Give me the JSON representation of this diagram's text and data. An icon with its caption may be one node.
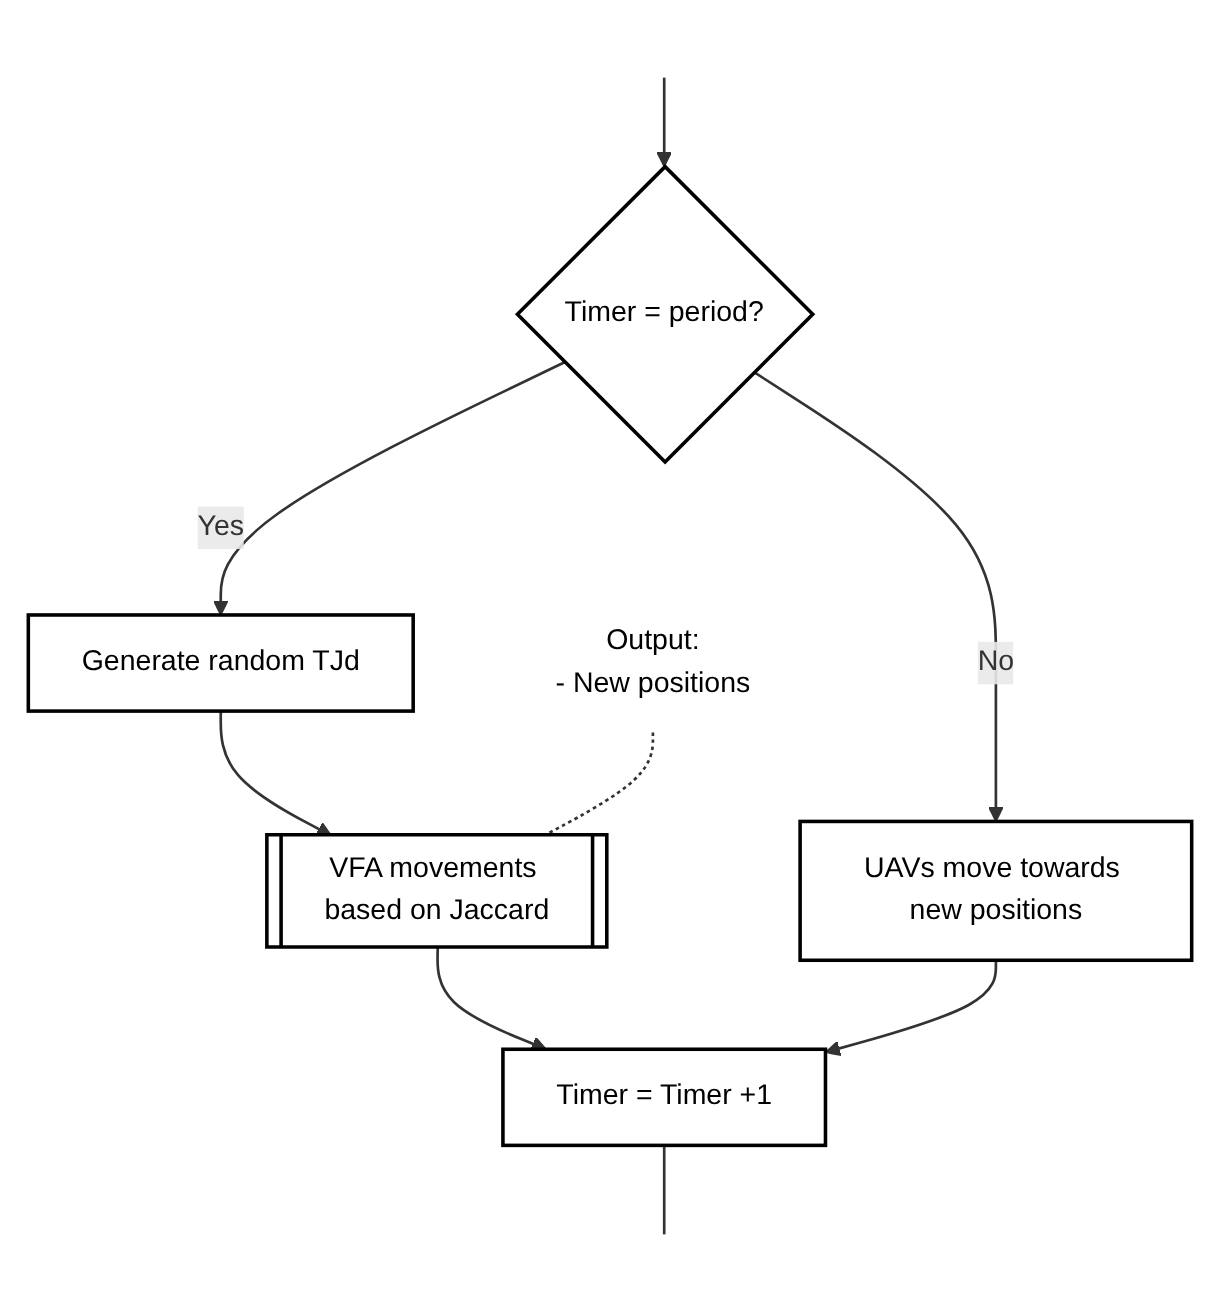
{
  "diagram": {
    "nodes": [
      {
        "text": [
          "Timer = period?"
        ]
      },
      {
        "text": [
          "UAVs move towards new positions"
        ]
      },
      {
        "text": [
          "Generate random TJd"
        ]
      },
      {
        "text": [
          "VFA movements based on Jaccard"
        ]
      },
      {
        "text": [
          "Output:",
          "- New positions"
        ]
      },
      {
        "text": [
          "Timer = Timer +1"
        ]
      }
    ],
    "edges": [
      {
        "from": null,
        "to": 0,
        "arrow": "to"
      },
      {
        "from": 0,
        "to": 1,
        "arrow": "to",
        "label": "No"
      },
      {
        "from": 0,
        "to": 2,
        "arrow": "to",
        "label": "Yes"
      },
      {
        "from": 2,
        "to": 3,
        "arrow": "to"
      },
      {
        "from": 4,
        "to": 3,
        "arrow": "none",
        "style": "dashed"
      },
      {
        "from": 3,
        "to": 5,
        "arrow": "to"
      },
      {
        "from": 1,
        "to": 5,
        "arrow": "to"
      },
      {
        "from": 5,
        "to": null,
        "arrow": "none"
      }
    ]
  }
}
